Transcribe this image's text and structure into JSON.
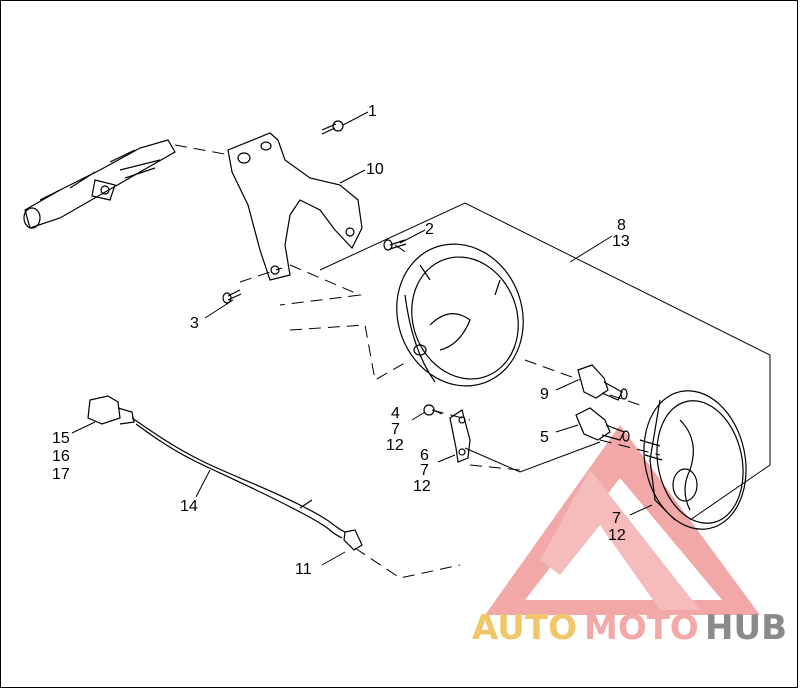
{
  "callouts": {
    "c1": "1",
    "c10": "10",
    "c2": "2",
    "c8": "8",
    "c13": "13",
    "c3": "3",
    "c9": "9",
    "c5": "5",
    "c4": "4",
    "c7a": "7",
    "c12a": "12",
    "c6": "6",
    "c7b": "7",
    "c12b": "12",
    "c15": "15",
    "c16": "16",
    "c17": "17",
    "c14": "14",
    "c7c": "7",
    "c12c": "12",
    "c11": "11"
  },
  "watermark": {
    "part1": "AUTO",
    "part2": "MOTO",
    "part3": "HUB",
    "color_auto": "#f2c66a",
    "color_moto": "#f4a9a9",
    "color_hub": "#8a8a8a",
    "triangle_color": "#f29a9a"
  }
}
